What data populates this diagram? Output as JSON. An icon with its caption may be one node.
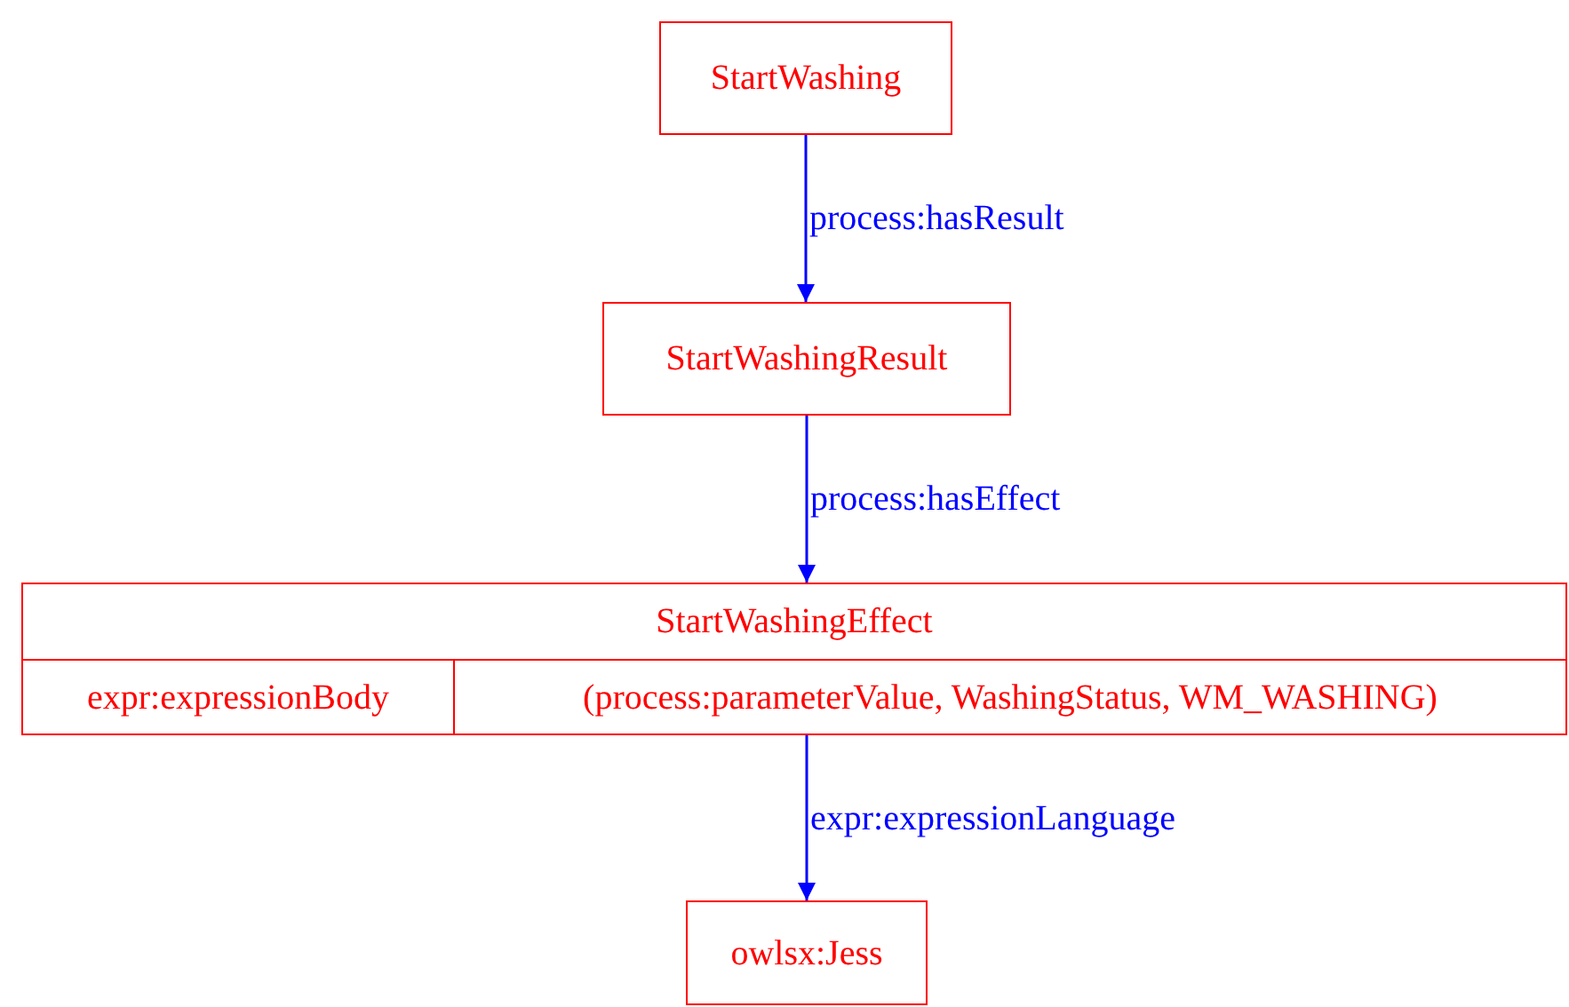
{
  "diagram": {
    "nodes": [
      {
        "text": [
          "StartWashing"
        ]
      },
      {
        "text": [
          "StartWashingResult"
        ]
      },
      {
        "text": [
          "StartWashingEffect"
        ]
      },
      {
        "text": [
          "expr:expressionBody"
        ],
        "in": 2
      },
      {
        "text": [
          "(process:parameterValue, WashingStatus, WM_WASHING)"
        ],
        "in": 2
      },
      {
        "text": [
          "owlsx:Jess"
        ]
      }
    ],
    "edges": [
      {
        "from": 0,
        "to": 1,
        "arrow": "to",
        "label": "process:hasResult"
      },
      {
        "from": 1,
        "to": 2,
        "arrow": "to",
        "label": "process:hasEffect"
      },
      {
        "from": 2,
        "to": 5,
        "arrow": "to",
        "label": "expr:expressionLanguage"
      }
    ]
  }
}
